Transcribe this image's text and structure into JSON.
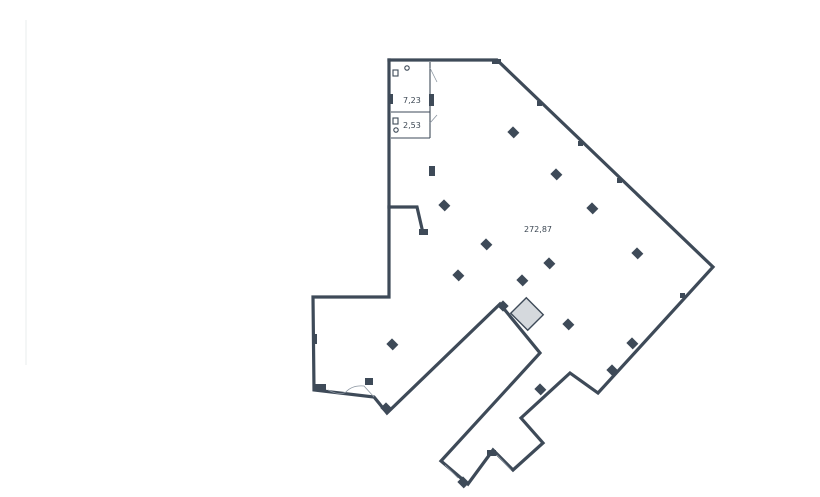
{
  "rooms": [
    {
      "id": "main-hall",
      "area": "272,87"
    },
    {
      "id": "wc-large",
      "area": "7,23"
    },
    {
      "id": "wc-small",
      "area": "2,53"
    }
  ],
  "colors": {
    "wall": "#3e4a58",
    "shaft": "#d5d9dd",
    "background": "#ffffff"
  }
}
